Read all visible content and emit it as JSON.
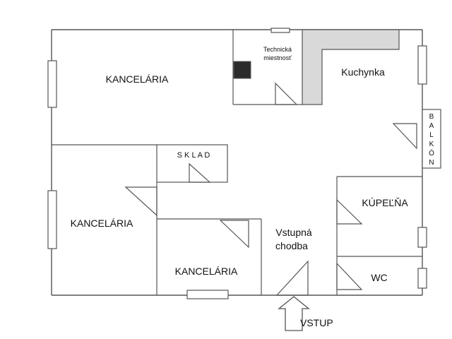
{
  "rooms": {
    "office_top": "KANCELÁRIA",
    "technical_line1": "Technická",
    "technical_line2": "miestnosť",
    "kitchen": "Kuchynka",
    "storage": "S K L A D",
    "office_left": "KANCELÁRIA",
    "office_bottom": "KANCELÁRIA",
    "hallway_line1": "Vstupná",
    "hallway_line2": "chodba",
    "bathroom": "KÚPEĽŇA",
    "wc": "WC"
  },
  "balcony_letters": [
    "B",
    "A",
    "L",
    "K",
    "Ó",
    "N"
  ],
  "entrance": "VSTUP",
  "colors": {
    "wall": "#555555",
    "counter": "#d9d9d9",
    "stove": "#2b2b2b"
  }
}
